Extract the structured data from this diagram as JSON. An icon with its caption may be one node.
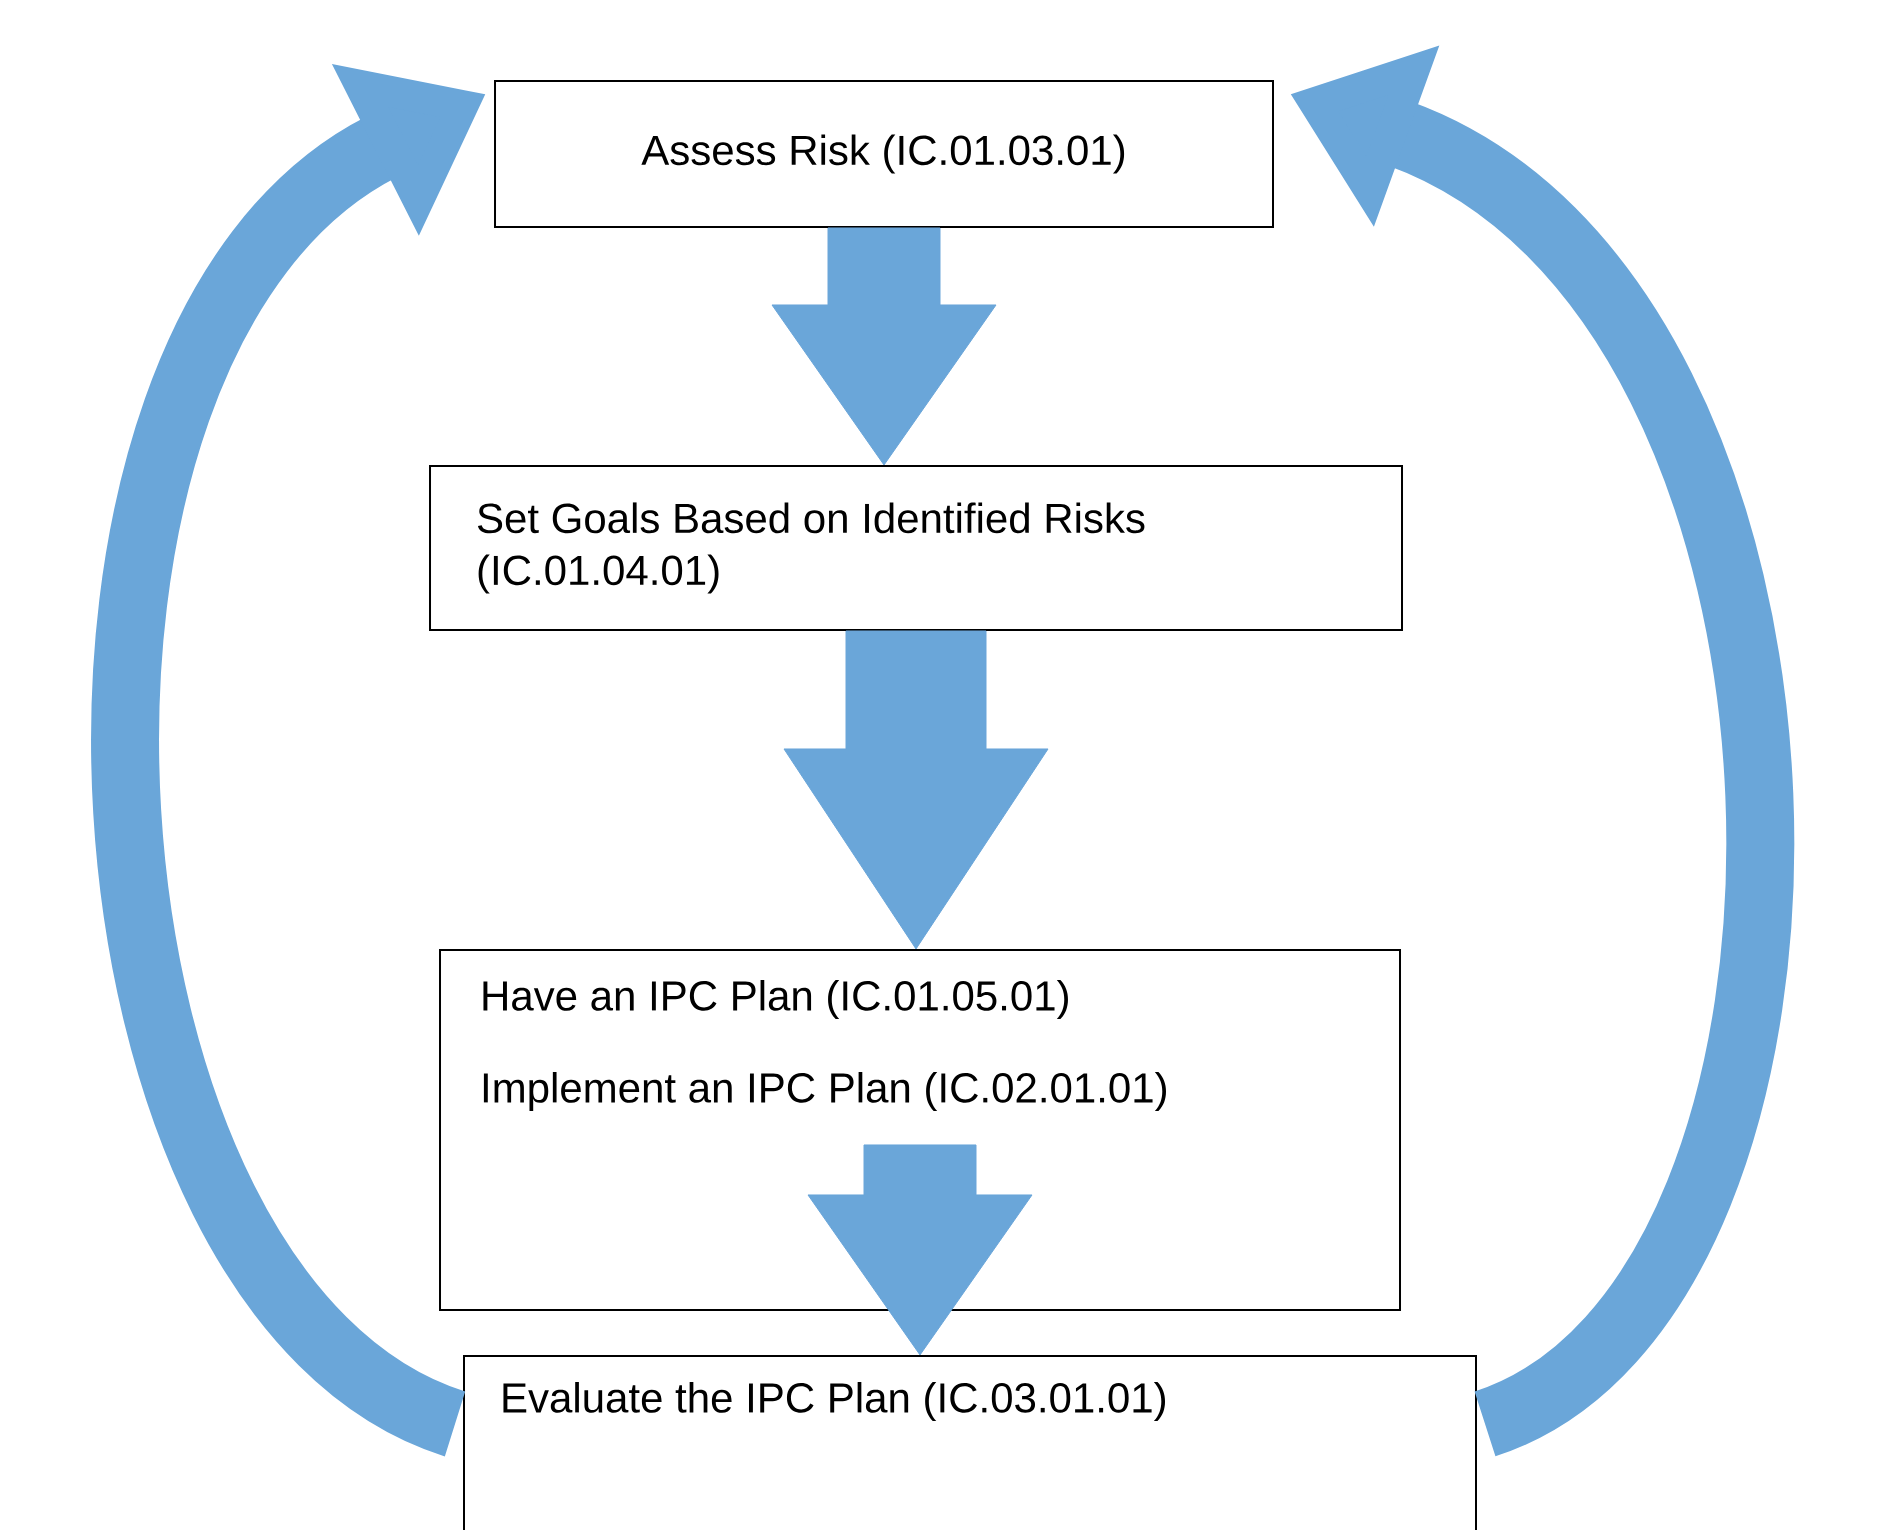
{
  "diagram": {
    "nodes": [
      {
        "text": [
          "Assess Risk (IC.01.03.01)"
        ]
      },
      {
        "text": [
          "Set Goals Based on Identified Risks (IC.01.04.01)"
        ]
      },
      {
        "text": [
          "Have an IPC Plan (IC.01.05.01)",
          "Implement an IPC Plan (IC.02.01.01)"
        ]
      },
      {
        "text": [
          "Evaluate the IPC Plan (IC.03.01.01)"
        ]
      }
    ],
    "edges": [
      {
        "from": 0,
        "to": 1,
        "arrow": "to"
      },
      {
        "from": 1,
        "to": 2,
        "arrow": "to"
      },
      {
        "from": 2,
        "to": 3,
        "arrow": "to"
      },
      {
        "from": 3,
        "to": 0,
        "arrow": "to"
      },
      {
        "from": 3,
        "to": 0,
        "arrow": "to"
      }
    ]
  }
}
